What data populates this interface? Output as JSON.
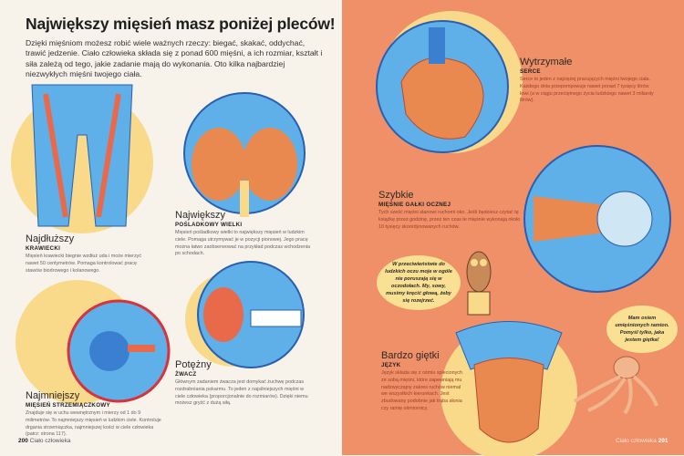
{
  "left_page": {
    "title": "Największy mięsień masz poniżej pleców!",
    "intro": "Dzięki mięśniom możesz robić wiele ważnych rzeczy: biegać, skakać, oddychać, trawić jedzenie. Ciało człowieka składa się z ponad 600 mięśni, a ich rozmiar, kształt i siła zależą od tego, jakie zadanie mają do wykonania. Oto kilka najbardziej niezwykłych mięśni twojego ciała.",
    "sections": [
      {
        "title": "Najdłuższy",
        "subtitle": "KRAWIECKI",
        "text": "Mięsień krawiecki biegnie wzdłuż uda i może mierzyć nawet 50 centymetrów. Pomaga kontrolować pracę stawów biodrowego i kolanowego."
      },
      {
        "title": "Największy",
        "subtitle": "POŚLADKOWY WIELKI",
        "text": "Mięsień pośladkowy wielki to największy mięsień w ludzkim ciele. Pomaga utrzymywać je w pozycji pionowej. Jego pracę można łatwo zaobserwować na przykład podczas wchodzenia po schodach."
      },
      {
        "title": "Najmniejszy",
        "subtitle": "MIĘSIEŃ STRZEMIĄCZKOWY",
        "text": "Znajduje się w uchu wewnętrznym i mierzy od 1 do 9 milimetrów. To najmniejszy mięsień w ludzkim ciele. Kontroluje drgania strzemiączka, najmniejszej kości w ciele człowieka (patrz: strona 117)."
      },
      {
        "title": "Potężny",
        "subtitle": "ŻWACZ",
        "text": "Głównym zadaniem żwacza jest domykać żuchwę podczas rozdrabniania pokarmu. To jeden z najsilniejszych mięśni w ciele człowieka (proporcjonalnie do rozmiarów). Dzięki niemu możesz gryźć z dużą siłą."
      }
    ],
    "footer": {
      "page_number": "200",
      "label": "Ciało człowieka"
    }
  },
  "right_page": {
    "sections": [
      {
        "title": "Wytrzymałe",
        "subtitle": "SERCE",
        "text": "Serce to jeden z najciężej pracujących mięśni twojego ciała. Każdego dnia przepompowuje nawet ponad 7 tysięcy litrów krwi (a w ciągu przeciętnego życia ludzkiego nawet 3 miliardy litrów)."
      },
      {
        "title": "Szybkie",
        "subtitle": "MIĘŚNIE GAŁKI OCZNEJ",
        "text": "Tych sześć mięśni stanowi ruchomi oko. Jeśli będziesz czytać tę książkę przez godzinę, przez ten czas te mięśnie wykonają około 10 tysięcy skoordynowanych ruchów."
      },
      {
        "title": "Bardzo giętki",
        "subtitle": "JĘZYK",
        "text": "Język składa się z ośmiu splecionych ze sobą mięśni, które zapewniają mu nadzwyczajny zakres ruchów niemal we wszystkich kierunkach. Jest zbudowany podobnie jak trąba słonia czy ramię ośmiornicy."
      }
    ],
    "owl_bubble": "W przeciwieństwie do ludzkich oczu moje w ogóle nie poruszają się w oczodołach. My, sowy, musimy kręcić głową, żeby się rozejrzeć.",
    "octopus_bubble": "Mam osiem umięśnionych ramion. Pomyśl tylko, jaka jestem giętka!",
    "footer": {
      "label": "Ciało człowieka",
      "page_number": "201"
    }
  },
  "colors": {
    "left_bg": "#f7f3eb",
    "right_bg": "#ef9068",
    "yellow": "#f9d98a",
    "blue": "#5fb0e8",
    "muscle": "#e86a4a"
  }
}
